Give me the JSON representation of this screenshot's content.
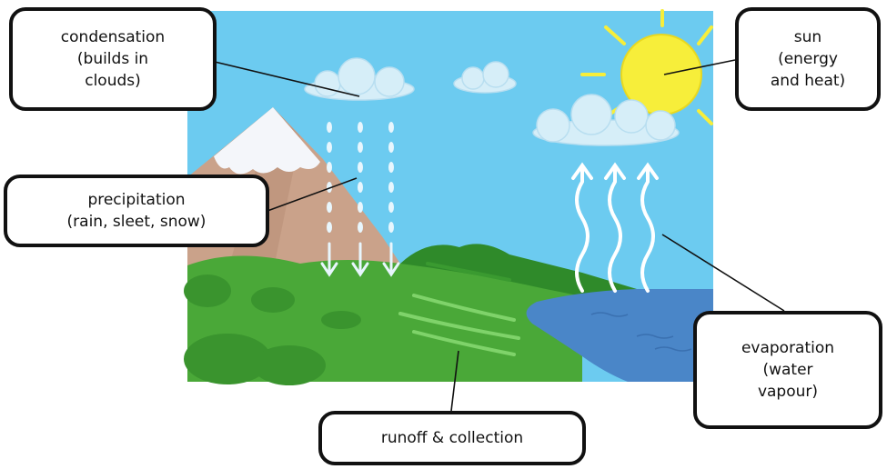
{
  "labels": {
    "condensation": "condensation\n(builds in\nclouds)",
    "precipitation": "precipitation\n(rain, sleet, snow)",
    "sun": "sun\n(energy\nand heat)",
    "evaporation": "evaporation\n(water\nvapour)",
    "runoff": "runoff & collection"
  },
  "colors": {
    "sky": "#6ccbf0",
    "grass": "#4aa838",
    "mountain": "#caa28a",
    "snow": "#f4f6fa",
    "water": "#4a86c8",
    "sun": "#f7ee3a",
    "cloud": "#d6eef8"
  }
}
